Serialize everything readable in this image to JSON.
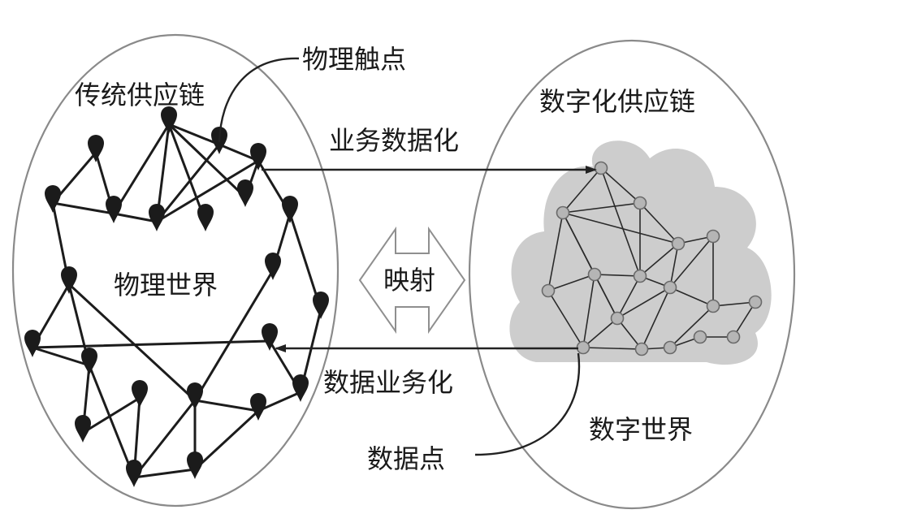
{
  "labels": {
    "traditional_chain": "传统供应链",
    "physical_touchpoint": "物理触点",
    "digital_chain": "数字化供应链",
    "business_datafication": "业务数据化",
    "physical_world": "物理世界",
    "mapping": "映射",
    "data_businessification": "数据业务化",
    "digital_world": "数字世界",
    "data_point": "数据点"
  },
  "colors": {
    "pin": "#1b1b1b",
    "cloud": "#cdcdcd",
    "node": "#b5b5b5",
    "oval": "#8a8a8a"
  }
}
